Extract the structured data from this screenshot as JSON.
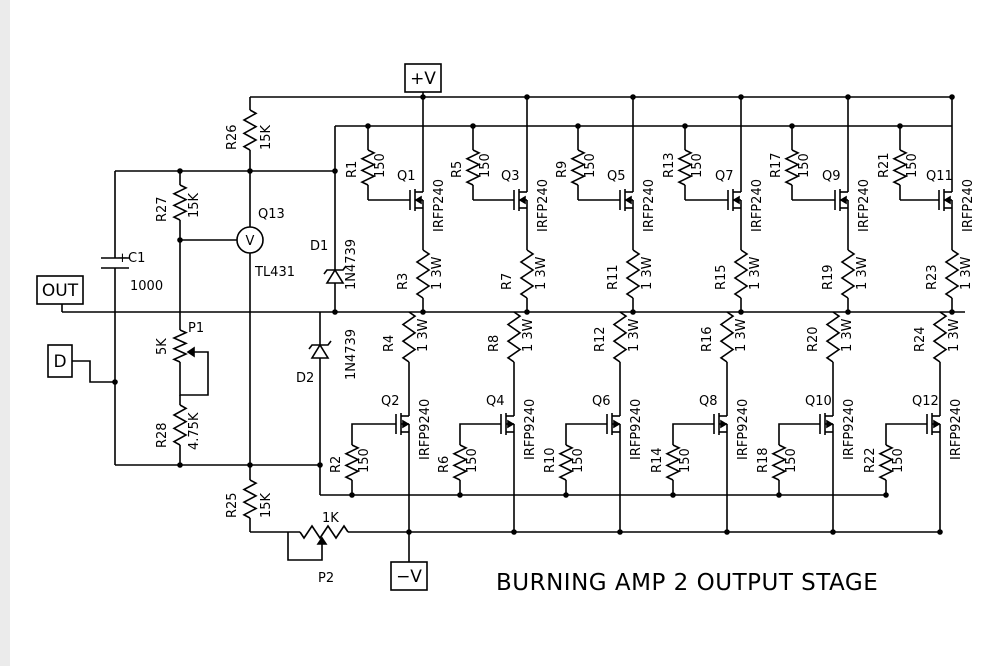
{
  "title": "BURNING AMP 2 OUTPUT STAGE",
  "ports": {
    "vplus": "+V",
    "vminus": "−V",
    "out": "OUT",
    "d": "D"
  },
  "upper_stages": [
    {
      "r_gate": "R1",
      "r_gate_val": "150",
      "q": "Q1",
      "fet": "IRFP240",
      "r_src": "R3",
      "r_src_val": "1 3W"
    },
    {
      "r_gate": "R5",
      "r_gate_val": "150",
      "q": "Q3",
      "fet": "IRFP240",
      "r_src": "R7",
      "r_src_val": "1 3W"
    },
    {
      "r_gate": "R9",
      "r_gate_val": "150",
      "q": "Q5",
      "fet": "IRFP240",
      "r_src": "R11",
      "r_src_val": "1 3W"
    },
    {
      "r_gate": "R13",
      "r_gate_val": "150",
      "q": "Q7",
      "fet": "IRFP240",
      "r_src": "R15",
      "r_src_val": "1 3W"
    },
    {
      "r_gate": "R17",
      "r_gate_val": "150",
      "q": "Q9",
      "fet": "IRFP240",
      "r_src": "R19",
      "r_src_val": "1 3W"
    },
    {
      "r_gate": "R21",
      "r_gate_val": "150",
      "q": "Q11",
      "fet": "IRFP240",
      "r_src": "R23",
      "r_src_val": "1 3W"
    }
  ],
  "lower_stages": [
    {
      "r_gate": "R2",
      "r_gate_val": "150",
      "q": "Q2",
      "fet": "IRFP9240",
      "r_src": "R4",
      "r_src_val": "1 3W"
    },
    {
      "r_gate": "R6",
      "r_gate_val": "150",
      "q": "Q4",
      "fet": "IRFP9240",
      "r_src": "R8",
      "r_src_val": "1 3W"
    },
    {
      "r_gate": "R10",
      "r_gate_val": "150",
      "q": "Q6",
      "fet": "IRFP9240",
      "r_src": "R12",
      "r_src_val": "1 3W"
    },
    {
      "r_gate": "R14",
      "r_gate_val": "150",
      "q": "Q8",
      "fet": "IRFP9240",
      "r_src": "R16",
      "r_src_val": "1 3W"
    },
    {
      "r_gate": "R18",
      "r_gate_val": "150",
      "q": "Q10",
      "fet": "IRFP9240",
      "r_src": "R20",
      "r_src_val": "1 3W"
    },
    {
      "r_gate": "R22",
      "r_gate_val": "150",
      "q": "Q12",
      "fet": "IRFP9240",
      "r_src": "R24",
      "r_src_val": "1 3W"
    }
  ],
  "bias": {
    "r26": "R26",
    "r26_val": "15K",
    "r27": "R27",
    "r27_val": "15K",
    "r25": "R25",
    "r25_val": "15K",
    "r28": "R28",
    "r28_val": "4.75K",
    "c1": "C1",
    "c1_val": "1000",
    "c1_plus": "+",
    "p1": "P1",
    "p1_val": "5K",
    "p2": "P2",
    "p2_val": "1K",
    "q13": "Q13",
    "q13_part": "TL431",
    "q13_symbol": "V",
    "d1": "D1",
    "d1_part": "1N4739",
    "d2": "D2",
    "d2_part": "1N4739"
  }
}
